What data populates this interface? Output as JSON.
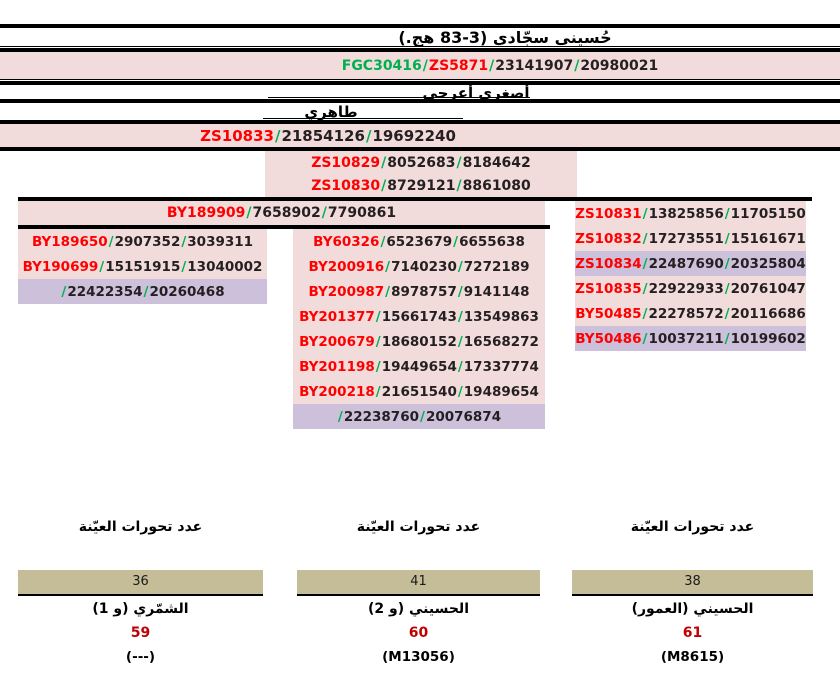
{
  "sep": "/",
  "colors": {
    "pink_row": "#f2dcdb",
    "purple_row": "#ccc0da",
    "khaki_box": "#c4bd97",
    "marker_red": "#fe0000",
    "marker_green": "#00b050",
    "number_black": "#241f20",
    "distance_red": "#c00000",
    "divider_black": "#000000"
  },
  "top": {
    "title": "حُسيني سجّادي (3-83 هج.)",
    "lineage_row": {
      "cells": [
        [
          "FGC30416",
          "g"
        ],
        [
          "ZS5871",
          "r"
        ],
        [
          "23141907",
          "k"
        ],
        [
          "20980021",
          "k"
        ]
      ]
    },
    "heading_asghari": "أصغري أعرجي",
    "heading_taheri": "طاهري",
    "zs10833_row": {
      "cells": [
        [
          "ZS10833",
          "r"
        ],
        [
          "21854126",
          "k"
        ],
        [
          "19692240",
          "k"
        ]
      ]
    }
  },
  "tree": {
    "center_block": {
      "rows": [
        {
          "cells": [
            [
              "ZS10829",
              "r"
            ],
            [
              "8052683",
              "k"
            ],
            [
              "8184642",
              "k"
            ]
          ]
        },
        {
          "cells": [
            [
              "ZS10830",
              "r"
            ],
            [
              "8729121",
              "k"
            ],
            [
              "8861080",
              "k"
            ]
          ]
        }
      ]
    },
    "by189909_row": {
      "cells": [
        [
          "BY189909",
          "r"
        ],
        [
          "7658902",
          "k"
        ],
        [
          "7790861",
          "k"
        ]
      ]
    },
    "left_column": {
      "rows": [
        {
          "cells": [
            [
              "BY189650",
              "r"
            ],
            [
              "2907352",
              "k"
            ],
            [
              "3039311",
              "k"
            ]
          ],
          "bg": "pink"
        },
        {
          "cells": [
            [
              "BY190699",
              "r"
            ],
            [
              "15151915",
              "k"
            ],
            [
              "13040002",
              "k"
            ]
          ],
          "bg": "pink"
        },
        {
          "cells": [
            [
              "",
              "k"
            ],
            [
              "22422354",
              "k"
            ],
            [
              "20260468",
              "k"
            ]
          ],
          "bg": "purple"
        }
      ]
    },
    "middle_column": {
      "rows": [
        {
          "cells": [
            [
              "BY60326",
              "r"
            ],
            [
              "6523679",
              "k"
            ],
            [
              "6655638",
              "k"
            ]
          ],
          "bg": "pink"
        },
        {
          "cells": [
            [
              "BY200916",
              "r"
            ],
            [
              "7140230",
              "k"
            ],
            [
              "7272189",
              "k"
            ]
          ],
          "bg": "pink"
        },
        {
          "cells": [
            [
              "BY200987",
              "r"
            ],
            [
              "8978757",
              "k"
            ],
            [
              "9141148",
              "k"
            ]
          ],
          "bg": "pink"
        },
        {
          "cells": [
            [
              "BY201377",
              "r"
            ],
            [
              "15661743",
              "k"
            ],
            [
              "13549863",
              "k"
            ]
          ],
          "bg": "pink"
        },
        {
          "cells": [
            [
              "BY200679",
              "r"
            ],
            [
              "18680152",
              "k"
            ],
            [
              "16568272",
              "k"
            ]
          ],
          "bg": "pink"
        },
        {
          "cells": [
            [
              "BY201198",
              "r"
            ],
            [
              "19449654",
              "k"
            ],
            [
              "17337774",
              "k"
            ]
          ],
          "bg": "pink"
        },
        {
          "cells": [
            [
              "BY200218",
              "r"
            ],
            [
              "21651540",
              "k"
            ],
            [
              "19489654",
              "k"
            ]
          ],
          "bg": "pink"
        },
        {
          "cells": [
            [
              "",
              "k"
            ],
            [
              "22238760",
              "k"
            ],
            [
              "20076874",
              "k"
            ]
          ],
          "bg": "purple"
        }
      ]
    },
    "right_column": {
      "rows": [
        {
          "cells": [
            [
              "ZS10831",
              "r"
            ],
            [
              "13825856",
              "k"
            ],
            [
              "11705150",
              "k"
            ]
          ],
          "bg": "pink"
        },
        {
          "cells": [
            [
              "ZS10832",
              "r"
            ],
            [
              "17273551",
              "k"
            ],
            [
              "15161671",
              "k"
            ]
          ],
          "bg": "pink"
        },
        {
          "cells": [
            [
              "ZS10834",
              "r"
            ],
            [
              "22487690",
              "k"
            ],
            [
              "20325804",
              "k"
            ]
          ],
          "bg": "purple"
        },
        {
          "cells": [
            [
              "ZS10835",
              "r"
            ],
            [
              "22922933",
              "k"
            ],
            [
              "20761047",
              "k"
            ]
          ],
          "bg": "pink"
        },
        {
          "cells": [
            [
              "BY50485",
              "r"
            ],
            [
              "22278572",
              "k"
            ],
            [
              "20116686",
              "k"
            ]
          ],
          "bg": "pink"
        },
        {
          "cells": [
            [
              "BY50486",
              "r"
            ],
            [
              "10037211",
              "k"
            ],
            [
              "10199602",
              "k"
            ]
          ],
          "bg": "purple"
        }
      ]
    }
  },
  "samples": {
    "mutations_label": "عدد تحورات العيّنة",
    "columns": [
      {
        "mutations": "36",
        "name": "الشمّري (و 1)",
        "distance": "59",
        "haplogroup": "(---)"
      },
      {
        "mutations": "41",
        "name": "الحسيني (و 2)",
        "distance": "60",
        "haplogroup": "(M13056)"
      },
      {
        "mutations": "38",
        "name": "الحسيني (العمور)",
        "distance": "61",
        "haplogroup": "(M8615)"
      }
    ]
  }
}
